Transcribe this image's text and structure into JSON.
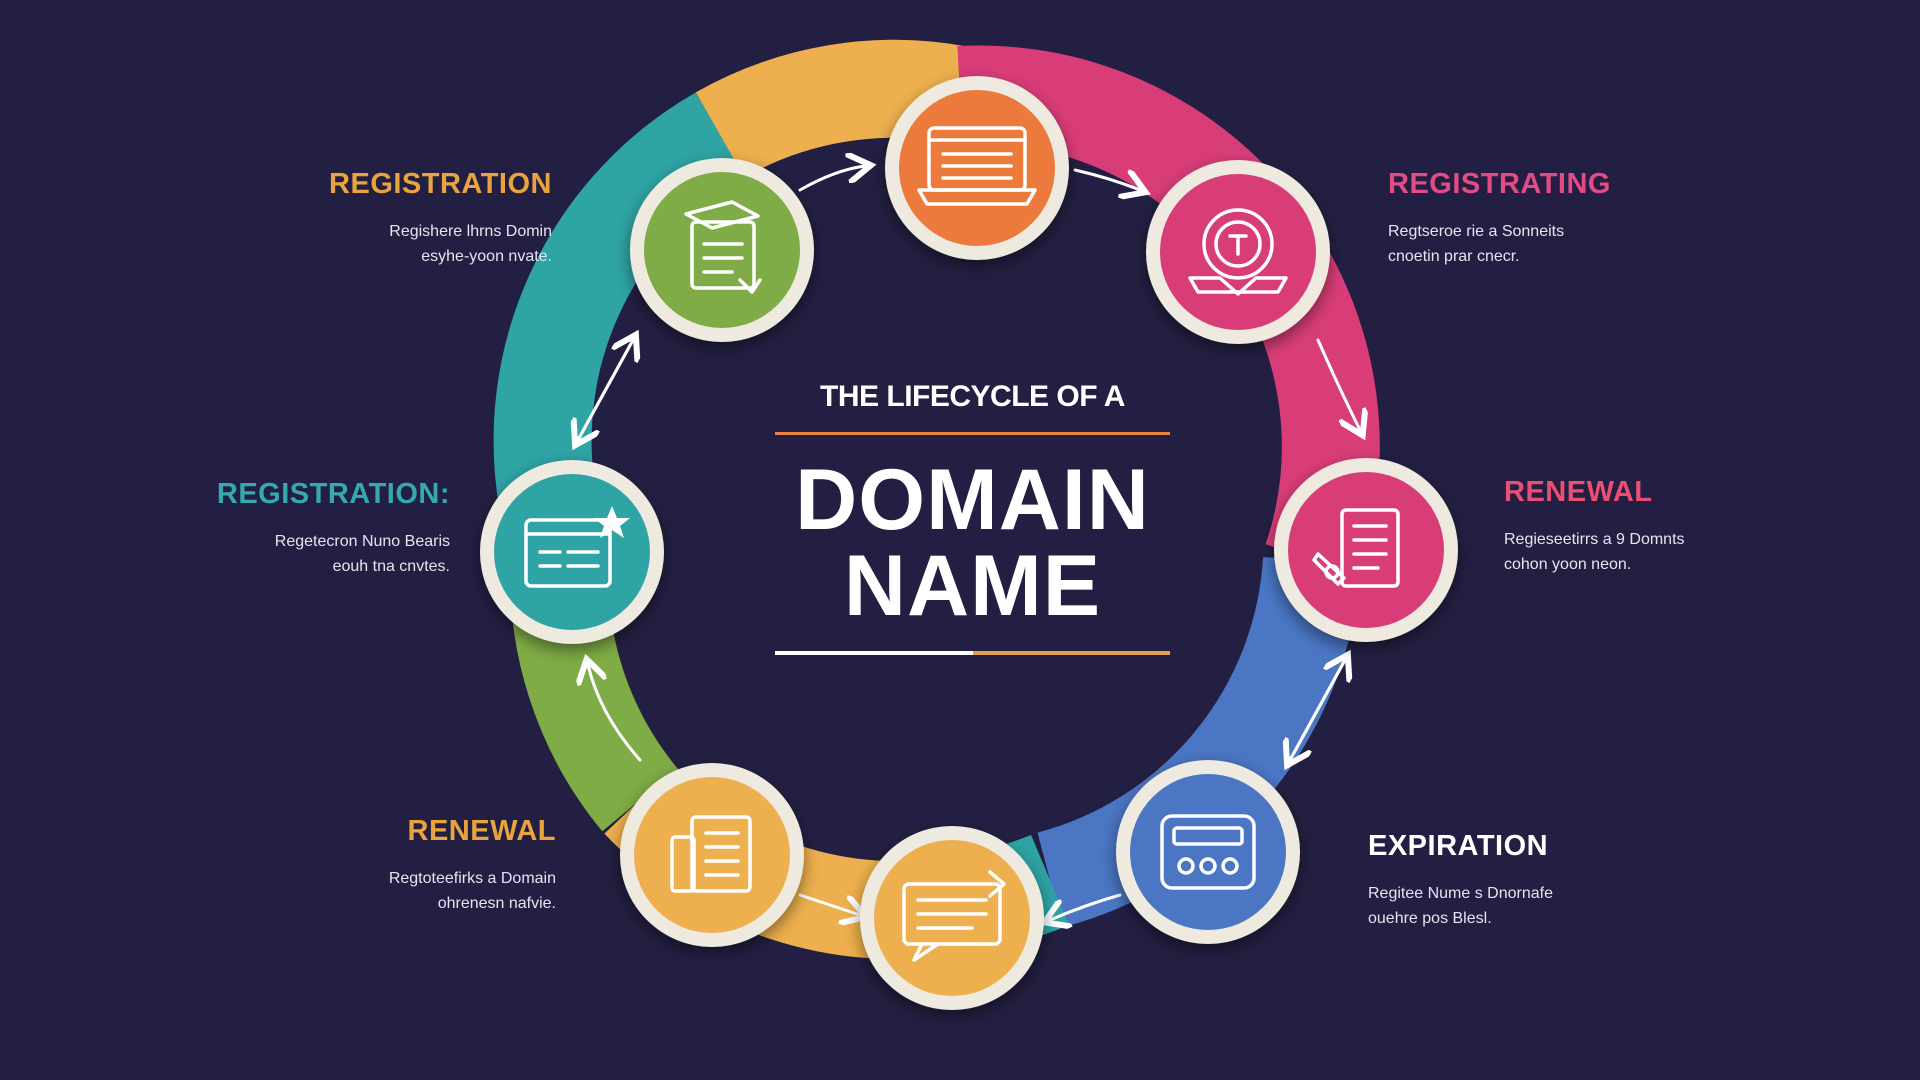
{
  "center": {
    "kicker": "THE LIFECYCLE OF A",
    "title_line1": "DOMAIN",
    "title_line2": "NAME"
  },
  "colors": {
    "background": "#231f42",
    "orange": "#ec7a3c",
    "pink": "#d93d78",
    "blue": "#4a76c4",
    "teal": "#2fa4a5",
    "green": "#7fac46",
    "gold": "#eeb04e"
  },
  "nodes": [
    {
      "name": "orange-node",
      "icon": "browser-window-icon",
      "color": "#ec7a3c"
    },
    {
      "name": "pink-node",
      "icon": "registry-badge-icon",
      "color": "#d93d78"
    },
    {
      "name": "renewal-node-right",
      "icon": "document-pen-icon",
      "color": "#d93d78"
    },
    {
      "name": "blue-node",
      "icon": "domain-code-icon",
      "color": "#4a76c4"
    },
    {
      "name": "gold-node-bottom",
      "icon": "message-window-icon",
      "color": "#eeb04e"
    },
    {
      "name": "gold-node-left",
      "icon": "document-stack-icon",
      "color": "#eeb04e"
    },
    {
      "name": "teal-node",
      "icon": "star-window-icon",
      "color": "#2fa4a5"
    },
    {
      "name": "green-node",
      "icon": "file-certificate-icon",
      "color": "#7fac46"
    }
  ],
  "labels": {
    "top_left": {
      "title": "REGISTRATION",
      "color": "#e9a440",
      "line1": "Regishere lhrns Domin",
      "line2": "esyhe-yoon nvate."
    },
    "mid_left": {
      "title": "REGISTRATION:",
      "color": "#34aab0",
      "line1": "Regetecron Nuno Bearis",
      "line2": "eouh tna cnvtes."
    },
    "bottom_left": {
      "title": "RENEWAL",
      "color": "#e9a440",
      "line1": "Regtoteefirks a Domain",
      "line2": "ohrenesn nafvie."
    },
    "top_right": {
      "title": "REGISTRATING",
      "color": "#e24b83",
      "line1": "Regtseroe rie a Sonneits",
      "line2": "cnoetin prar cnecr."
    },
    "mid_right": {
      "title": "RENEWAL",
      "color": "#ea4e73",
      "line1": "Regieseetirrs a 9 Domnts",
      "line2": "cohon yoon neon."
    },
    "bottom_right": {
      "title": "EXPIRATION",
      "color": "#ffffff",
      "line1": "Regitee Nume s Dnornafe",
      "line2": "ouehre pos Blesl."
    }
  }
}
